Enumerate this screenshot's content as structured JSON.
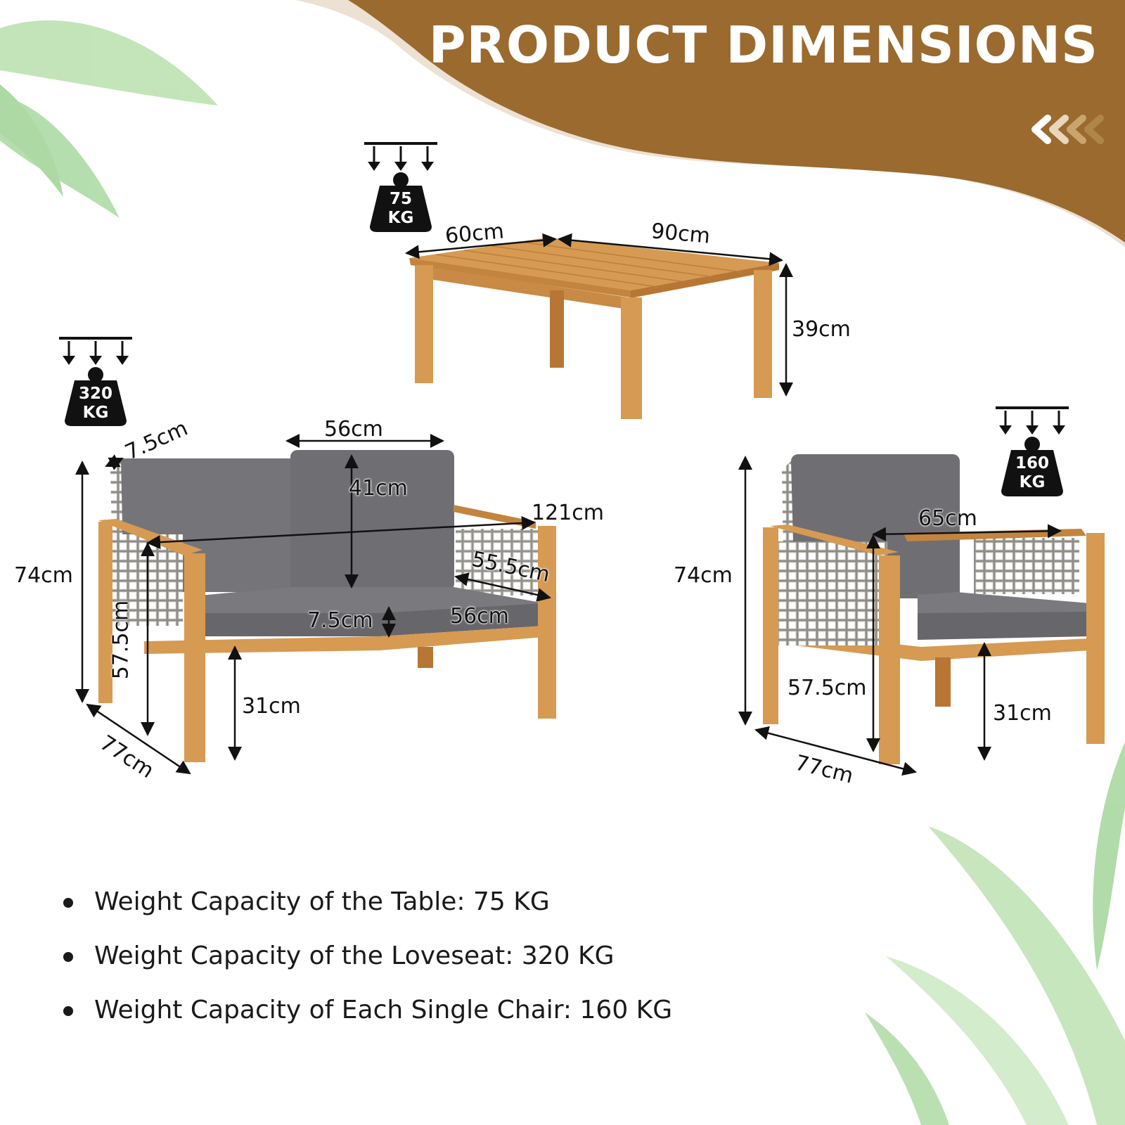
{
  "title": "PRODUCT DIMENSIONS",
  "colors": {
    "banner": "#9a6a2f",
    "banner_shadow": "#ece1d2",
    "wood": "#d69a52",
    "cushion": "#6f6e73",
    "rope": "#d9d6cf",
    "leaf": "#a9d9a0",
    "text": "#111111",
    "weight_icon": "#111111"
  },
  "icons": [
    "chevrons-left-icon",
    "weight-capacity-icon",
    "leaf-decoration"
  ],
  "table": {
    "capacity": {
      "value": "75",
      "unit": "KG"
    },
    "dims": {
      "depth": "60cm",
      "width": "90cm",
      "height": "39cm"
    }
  },
  "loveseat": {
    "capacity": {
      "value": "320",
      "unit": "KG"
    },
    "dims": {
      "armrest_width": "7.5cm",
      "seat_width": "56cm",
      "back_height": "41cm",
      "total_width": "121cm",
      "total_height": "74cm",
      "seat_depth": "55.5cm",
      "cushion_thickness": "7.5cm",
      "cushion_width": "56cm",
      "armrest_height": "57.5cm",
      "seat_height": "31cm",
      "depth": "77cm"
    }
  },
  "chair": {
    "capacity": {
      "value": "160",
      "unit": "KG"
    },
    "dims": {
      "width": "65cm",
      "total_height": "74cm",
      "armrest_height": "57.5cm",
      "seat_height": "31cm",
      "depth": "77cm"
    }
  },
  "capacities": [
    "Weight Capacity of the Table: 75 KG",
    "Weight Capacity of the Loveseat: 320 KG",
    "Weight Capacity of Each Single Chair: 160 KG"
  ]
}
